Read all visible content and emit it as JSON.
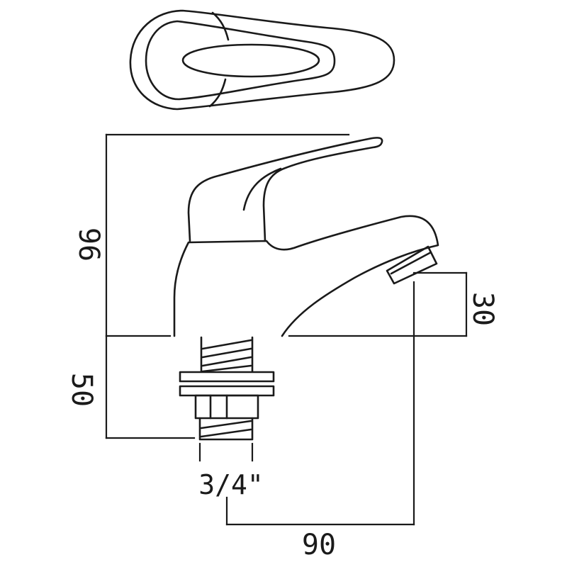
{
  "dimensions": {
    "overall_height": "96",
    "base_to_thread_end": "50",
    "spout_outlet_height": "30",
    "thread_size": "3/4\"",
    "projection": "90"
  },
  "colors": {
    "line": "#1a1a1a",
    "background": "#ffffff"
  }
}
